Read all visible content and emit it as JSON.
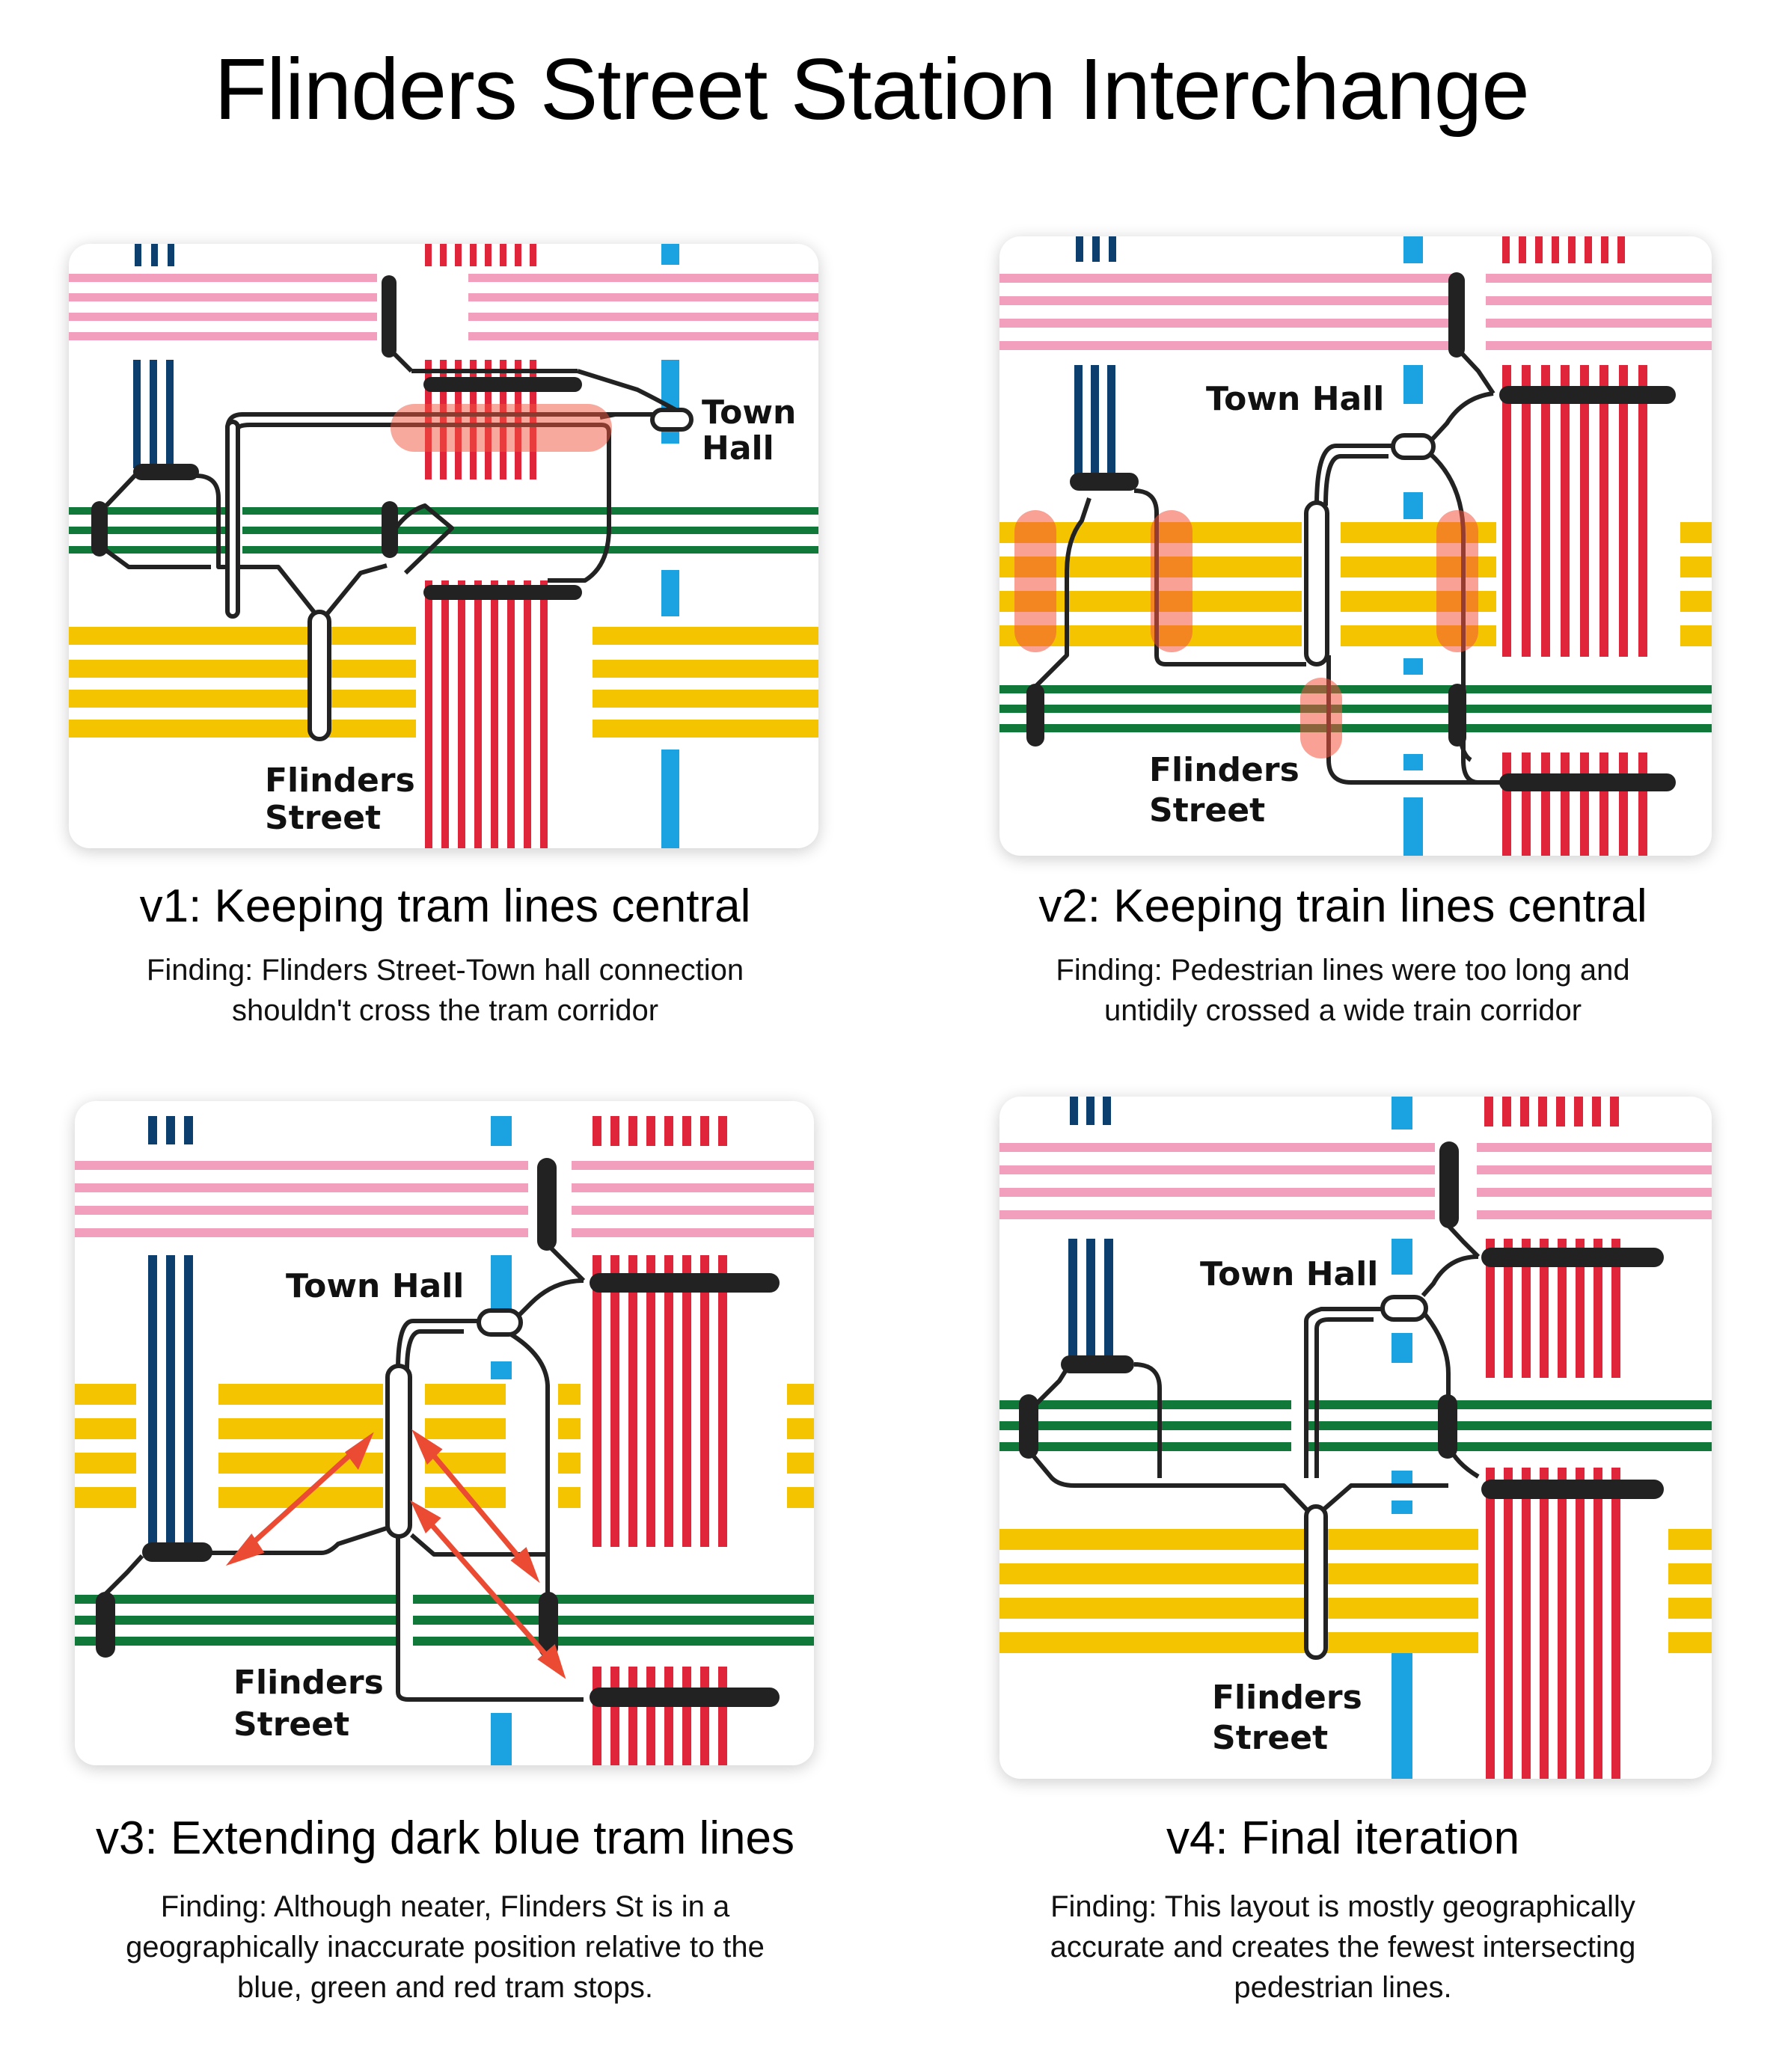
{
  "title": "Flinders Street Station Interchange",
  "panels": [
    {
      "caption": "v1: Keeping tram lines central",
      "finding_lines": [
        "Finding: Flinders Street-Town hall connection",
        "shouldn't cross the tram corridor"
      ],
      "labels": {
        "town_hall_1": "Town",
        "town_hall_2": "Hall",
        "flinders_1": "Flinders",
        "flinders_2": "Street"
      }
    },
    {
      "caption": "v2: Keeping train lines central",
      "finding_lines": [
        "Finding: Pedestrian lines were too long and",
        "untidily crossed a wide train corridor"
      ],
      "labels": {
        "town_hall": "Town Hall",
        "flinders_1": "Flinders",
        "flinders_2": "Street"
      }
    },
    {
      "caption": "v3: Extending dark blue tram lines",
      "finding_lines": [
        "Finding: Although neater, Flinders St is in a",
        "geographically inaccurate position relative to the",
        "blue, green and red tram stops."
      ],
      "labels": {
        "town_hall": "Town Hall",
        "flinders_1": "Flinders",
        "flinders_2": "Street"
      }
    },
    {
      "caption": "v4: Final iteration",
      "finding_lines": [
        "Finding: This layout is mostly geographically",
        "accurate and creates the fewest intersecting",
        "pedestrian lines."
      ],
      "labels": {
        "town_hall": "Town Hall",
        "flinders_1": "Flinders",
        "flinders_2": "Street"
      }
    }
  ],
  "colors": {
    "pink": "#F29FBD",
    "dark_blue": "#0D3F6E",
    "red": "#E0243A",
    "light_blue": "#1AA3E0",
    "green": "#10793A",
    "yellow": "#F5C400",
    "platform": "#222222",
    "highlight": "#F2543D",
    "arrow": "#EB4A33"
  }
}
